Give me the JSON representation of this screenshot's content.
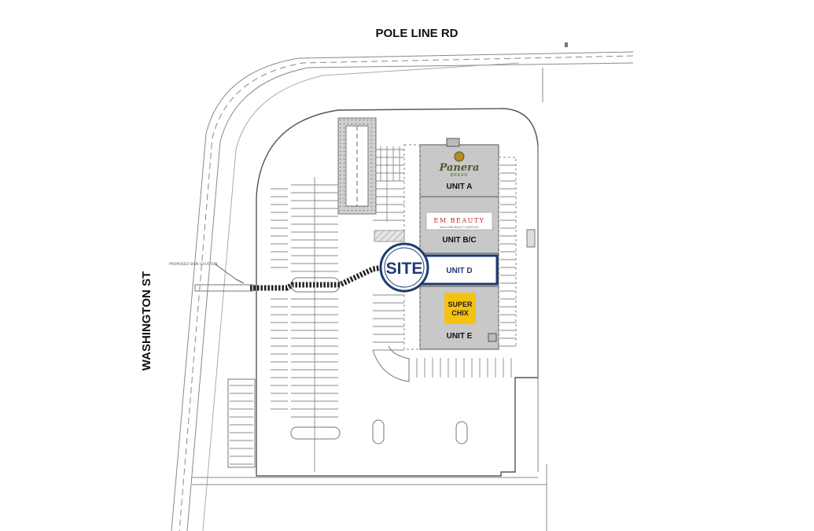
{
  "streets": {
    "north": "POLE LINE RD",
    "west": "WASHINGTON ST"
  },
  "site_marker": "SITE",
  "sign_note": "PROPOSED SIGN LOCATION",
  "units": [
    {
      "id": "a",
      "label": "UNIT A",
      "tenant_logo": "Panera",
      "tenant_sub": "BREAD"
    },
    {
      "id": "bc",
      "label": "UNIT B/C",
      "tenant_logo": "EM BEAUTY",
      "tenant_sub": "NAILS AND BEAUTY SUPPLIES"
    },
    {
      "id": "d",
      "label": "UNIT D",
      "highlighted": true
    },
    {
      "id": "e",
      "label": "UNIT E",
      "tenant_logo_lines": [
        "SUPER",
        "CHIX"
      ]
    }
  ],
  "colors": {
    "line": "#8a8a8a",
    "building_fill": "#c8c8c8",
    "highlight_blue": "#1f3b73",
    "panera_green": "#4a5a2e",
    "panera_gold": "#b8891e",
    "beauty_red": "#c0262d",
    "superchix_yellow": "#f5c211"
  }
}
